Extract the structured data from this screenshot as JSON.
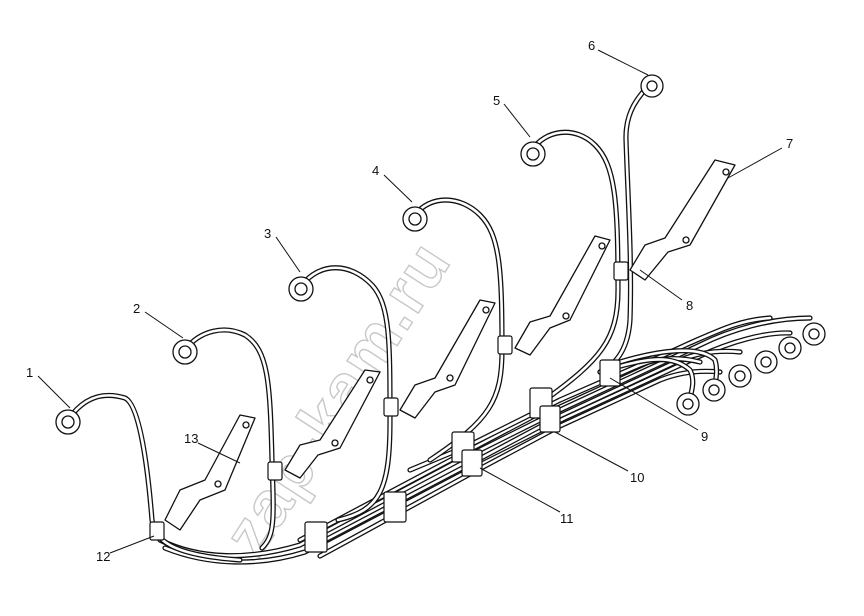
{
  "watermark": "zap-kam.ru",
  "callouts": [
    {
      "id": "1",
      "label": "1"
    },
    {
      "id": "2",
      "label": "2"
    },
    {
      "id": "3",
      "label": "3"
    },
    {
      "id": "4",
      "label": "4"
    },
    {
      "id": "5",
      "label": "5"
    },
    {
      "id": "6",
      "label": "6"
    },
    {
      "id": "7",
      "label": "7"
    },
    {
      "id": "8",
      "label": "8"
    },
    {
      "id": "9",
      "label": "9"
    },
    {
      "id": "10",
      "label": "10"
    },
    {
      "id": "11",
      "label": "11"
    },
    {
      "id": "12",
      "label": "12"
    },
    {
      "id": "13",
      "label": "13"
    }
  ]
}
